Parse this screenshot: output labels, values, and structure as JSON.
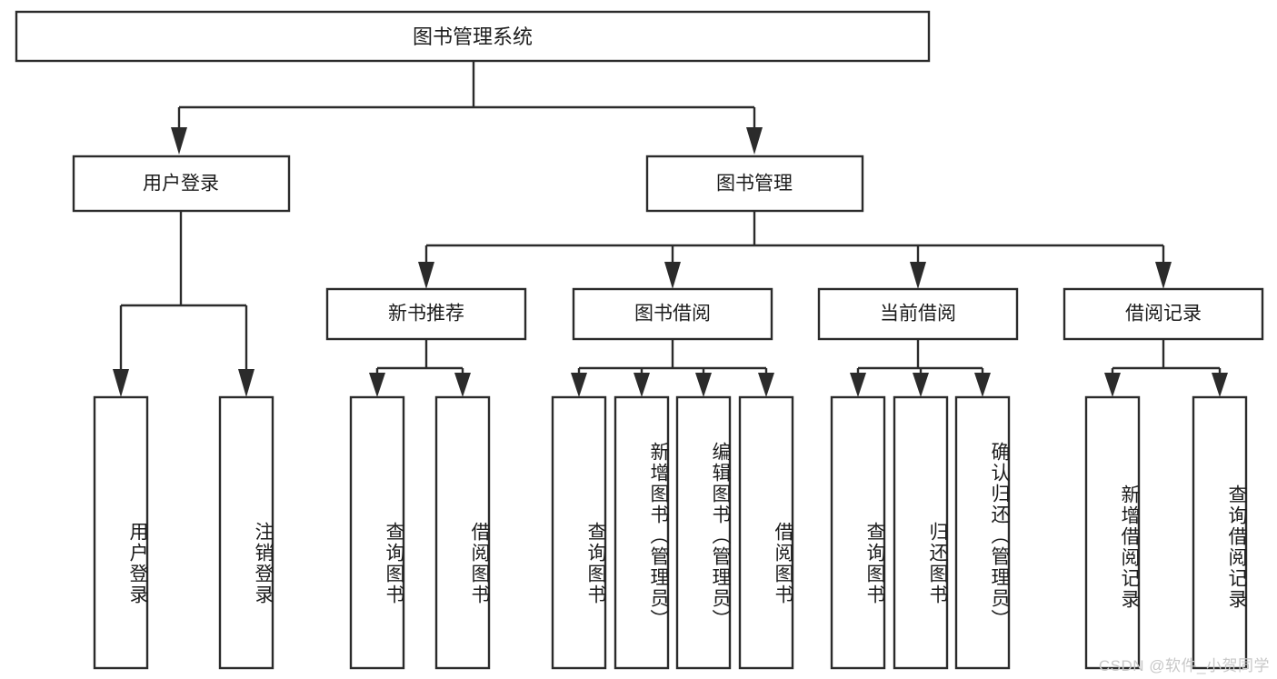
{
  "diagram": {
    "type": "hierarchy-tree",
    "title": "图书管理系统",
    "orientation": "top-down",
    "box_fill": "#ffffff",
    "line_color": "#2b2b2b",
    "text_color": "#1c1c1c",
    "background": "#ffffff",
    "levels": 4,
    "nodes": {
      "root": {
        "label": "图书管理系统",
        "level": 1
      },
      "l2": [
        {
          "id": "user-login",
          "label": "用户登录",
          "level": 2
        },
        {
          "id": "book-manage",
          "label": "图书管理",
          "level": 2
        }
      ],
      "l3": [
        {
          "id": "new-book-rec",
          "label": "新书推荐",
          "level": 3,
          "parent": "book-manage"
        },
        {
          "id": "book-borrow",
          "label": "图书借阅",
          "level": 3,
          "parent": "book-manage"
        },
        {
          "id": "current-borrow",
          "label": "当前借阅",
          "level": 3,
          "parent": "book-manage"
        },
        {
          "id": "borrow-record",
          "label": "借阅记录",
          "level": 3,
          "parent": "book-manage"
        }
      ],
      "leaves": [
        {
          "id": "leaf-user-login",
          "label": "用户登录",
          "parent": "user-login"
        },
        {
          "id": "leaf-logout",
          "label": "注销登录",
          "parent": "user-login"
        },
        {
          "id": "leaf-query-book-1",
          "label": "查询图书",
          "parent": "new-book-rec"
        },
        {
          "id": "leaf-borrow-book-1",
          "label": "借阅图书",
          "parent": "new-book-rec"
        },
        {
          "id": "leaf-query-book-2",
          "label": "查询图书",
          "parent": "book-borrow"
        },
        {
          "id": "leaf-add-book",
          "label": "新增图书（管理员）",
          "parent": "book-borrow"
        },
        {
          "id": "leaf-edit-book",
          "label": "编辑图书（管理员）",
          "parent": "book-borrow"
        },
        {
          "id": "leaf-borrow-book-2",
          "label": "借阅图书",
          "parent": "book-borrow"
        },
        {
          "id": "leaf-query-book-3",
          "label": "查询图书",
          "parent": "current-borrow"
        },
        {
          "id": "leaf-return-book",
          "label": "归还图书",
          "parent": "current-borrow"
        },
        {
          "id": "leaf-confirm-return",
          "label": "确认归还（管理员）",
          "parent": "current-borrow"
        },
        {
          "id": "leaf-add-record",
          "label": "新增借阅记录",
          "parent": "borrow-record"
        },
        {
          "id": "leaf-query-record",
          "label": "查询借阅记录",
          "parent": "borrow-record"
        }
      ]
    }
  },
  "watermark": {
    "text": "CSDN @软件_小贺同学"
  }
}
